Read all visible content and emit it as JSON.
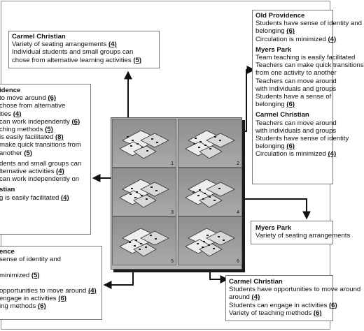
{
  "boxes": {
    "top_center": {
      "title": "Carmel Christian",
      "lines": [
        [
          "Variety of seating arrangements ",
          "(4)"
        ],
        [
          "Individual students and small groups can",
          ""
        ],
        [
          "chose from alternative learning activities ",
          "(5)"
        ]
      ]
    },
    "top_right": {
      "sections": [
        {
          "title": "Old Providence",
          "lines": [
            [
              "Students have sense of identity and",
              ""
            ],
            [
              "belonging ",
              "(6)"
            ],
            [
              "Circulation is minimized ",
              "(4)"
            ]
          ]
        },
        {
          "title": "Myers Park",
          "lines": [
            [
              "Team teaching is easily facilitated",
              ""
            ],
            [
              "Teachers can make quick transitions",
              ""
            ],
            [
              "from one activity to another",
              ""
            ],
            [
              "Teachers can move around",
              ""
            ],
            [
              "with individuals and groups",
              ""
            ],
            [
              "Students have a sense of",
              ""
            ],
            [
              "belonging ",
              "(6)"
            ]
          ]
        },
        {
          "title": "Carmel Christian",
          "lines": [
            [
              "Teachers can move around",
              ""
            ],
            [
              "with individuals and groups",
              ""
            ],
            [
              "Students have sense of identity",
              ""
            ],
            [
              "belonging ",
              "(6)"
            ],
            [
              "Circulation is minimized ",
              "(4)"
            ]
          ]
        }
      ]
    },
    "left_middle": {
      "sections": [
        {
          "title": "idence",
          "lines": [
            [
              "to move around ",
              "(6)"
            ],
            [
              " chose from alternative",
              ""
            ],
            [
              "ities ",
              "(4)"
            ],
            [
              "can work independently ",
              "(6)"
            ],
            [
              "ching methods ",
              "(5)"
            ],
            [
              "is easily facilitated ",
              "(8)"
            ],
            [
              " make quick transitions from",
              ""
            ],
            [
              " another ",
              "(5)"
            ]
          ]
        },
        {
          "title": "",
          "lines": [
            [
              "dents and small groups can",
              ""
            ],
            [
              "lternative activities ",
              "(4)"
            ],
            [
              "can work independently on",
              ""
            ]
          ]
        },
        {
          "title": "stian",
          "lines": [
            [
              "g is easily facilitated ",
              "(4)"
            ]
          ]
        }
      ]
    },
    "right_middle": {
      "title": "Myers Park",
      "lines": [
        [
          "Variety of seating arrangements",
          ""
        ]
      ]
    },
    "bottom_left": {
      "title": "ence",
      "lines": [
        [
          " sense of identity and",
          ""
        ],
        [
          "",
          ""
        ],
        [
          "minimized ",
          "(5)"
        ],
        [
          "",
          ""
        ],
        [
          " opportunities to move around ",
          "(4)"
        ],
        [
          "engage in activities ",
          "(6)"
        ],
        [
          "ing methods ",
          "(6)"
        ]
      ]
    },
    "bottom_right": {
      "title": "Carmel Christian",
      "lines": [
        [
          "Students have opportunities to move around",
          ""
        ],
        [
          "around ",
          "(4)"
        ],
        [
          "Students can engage in activities ",
          "(6)"
        ],
        [
          "Variety of teaching methods ",
          "(6)"
        ]
      ]
    }
  },
  "floorplans": {
    "numbers": [
      "1",
      "2",
      "3",
      "4",
      "5",
      "6"
    ]
  },
  "colors": {
    "arrow": "#111111",
    "border": "#7a7a7a",
    "panel": "#b4b4b4"
  }
}
